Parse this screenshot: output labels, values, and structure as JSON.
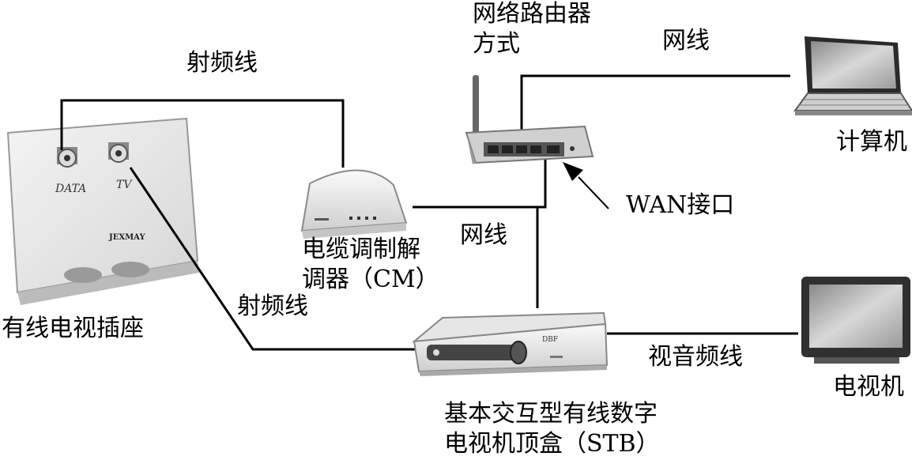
{
  "labels": {
    "router_line1": "网络路由器",
    "router_line2": "方式",
    "rf_cable_top": "射频线",
    "lan_cable_top": "网线",
    "computer": "计算机",
    "wan_port": "WAN接口",
    "lan_cable_mid": "网线",
    "modem_line1": "电缆调制解",
    "modem_line2": "调器（CM）",
    "rf_cable_bottom": "射频线",
    "wall_socket": "有线电视插座",
    "av_cable": "视音频线",
    "tv": "电视机",
    "stb_line1": "基本交互型有线数字",
    "stb_line2": "电视机顶盒（STB）"
  },
  "socket_ports": {
    "data": "DATA",
    "tv": "TV"
  },
  "socket_brand": "JEXMAY",
  "stb_brand": "DBF"
}
